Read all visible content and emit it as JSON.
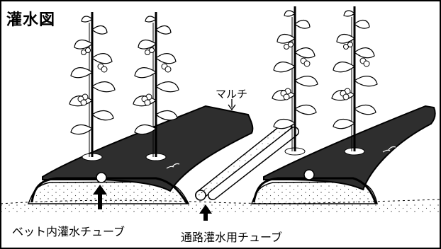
{
  "figure": {
    "title": "灌水図",
    "labels": {
      "mulch": "マルチ",
      "bed_tube": "ベット内灌水チューブ",
      "path_tube": "通路灌水用チューブ"
    }
  },
  "colors": {
    "outline": "#000000",
    "mulch": "#2e2e2e",
    "soil": "#ffffff",
    "background": "#ffffff"
  },
  "icons": [
    "tomato-plant-icon",
    "arrow-up-icon",
    "arrow-down-icon",
    "irrigation-tube-icon"
  ]
}
